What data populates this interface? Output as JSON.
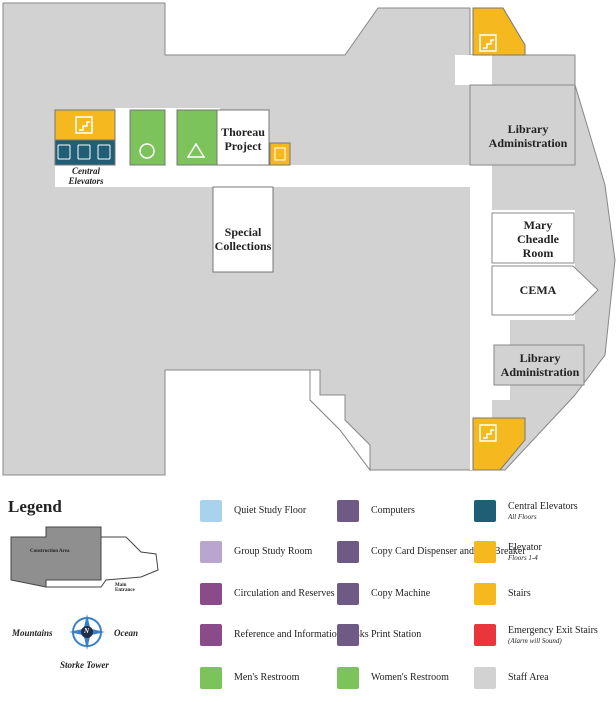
{
  "map": {
    "colors": {
      "staff": "#d2d2d2",
      "corridor": "#ffffff",
      "stairs": "#f5b91f",
      "restroom": "#7bc35a",
      "central_elevator": "#1f5e74",
      "elevator": "#f5b91f"
    },
    "rooms": {
      "thoreau": "Thoreau\nProject",
      "special": "Special\nCollections",
      "lib_admin_top": "Library\nAdministration",
      "mary": "Mary\nCheadle\nRoom",
      "cema": "CEMA",
      "lib_admin_bottom": "Library\nAdministration"
    },
    "central_elevators_label": "Central\nElevators"
  },
  "legend": {
    "title": "Legend",
    "items": [
      {
        "label": "Quiet Study Floor",
        "icon": "quiet-study-icon",
        "color": "#a9d3ec"
      },
      {
        "label": "Group Study Room",
        "icon": "group-study-icon",
        "color": "#b8a6cf"
      },
      {
        "label": "Circulation and Reserves",
        "icon": "circulation-icon",
        "color": "#8a4b8a"
      },
      {
        "label": "Reference and Information Desks",
        "icon": "reference-icon",
        "color": "#8a4b8a"
      },
      {
        "label": "Men's Restroom",
        "icon": "mens-restroom-icon",
        "color": "#7bc35a"
      },
      {
        "label": "Computers",
        "icon": "computers-icon",
        "color": "#6e5a84"
      },
      {
        "label": "Copy Card Dispenser and Bill Breaker",
        "icon": "copy-card-icon",
        "color": "#6e5a84"
      },
      {
        "label": "Copy Machine",
        "icon": "copy-machine-icon",
        "color": "#6e5a84"
      },
      {
        "label": "Print Station",
        "icon": "print-station-icon",
        "color": "#6e5a84"
      },
      {
        "label": "Women's Restroom",
        "icon": "womens-restroom-icon",
        "color": "#7bc35a"
      },
      {
        "label": "Central Elevators",
        "sub": "All Floors",
        "icon": "central-elevators-icon",
        "color": "#1f5e74"
      },
      {
        "label": "Elevator",
        "sub": "Floors 1-4",
        "icon": "elevator-icon",
        "color": "#f5b91f"
      },
      {
        "label": "Stairs",
        "icon": "stairs-icon",
        "color": "#f5b91f"
      },
      {
        "label": "Emergency Exit Stairs",
        "sub": "(Alarm will Sound)",
        "icon": "emergency-stairs-icon",
        "color": "#e8363c"
      },
      {
        "label": "Staff Area",
        "icon": "staff-area-icon",
        "color": "#d2d2d2"
      }
    ]
  },
  "minimap": {
    "construction": "Construction Area",
    "entrance": "Main\nEntrance"
  },
  "compass": {
    "west": "Mountains",
    "east": "Ocean",
    "south": "Storke Tower",
    "needle": "N"
  }
}
